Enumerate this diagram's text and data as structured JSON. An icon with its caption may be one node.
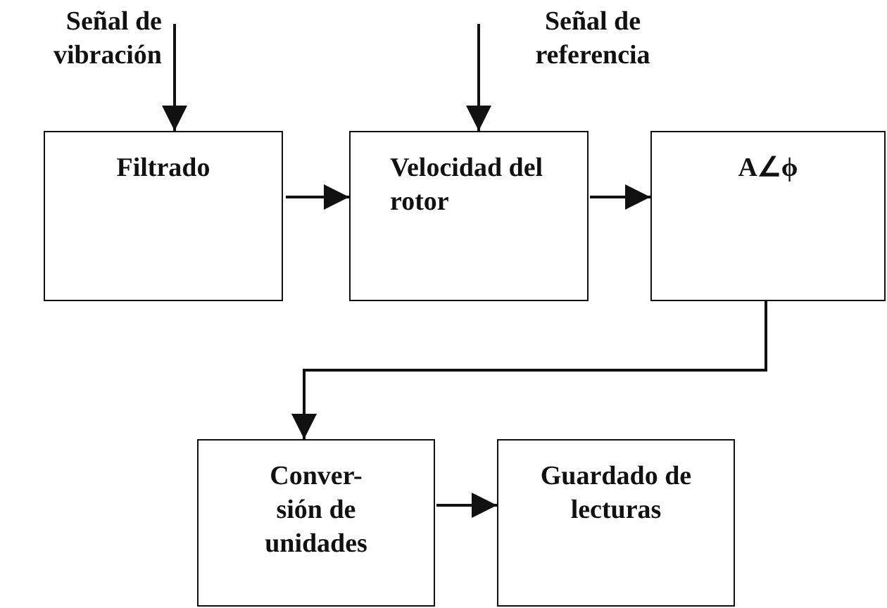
{
  "diagram": {
    "nodes": [
      {
        "text": [
          "Señal de vibración"
        ]
      },
      {
        "text": [
          "Señal de referencia"
        ]
      },
      {
        "text": [
          "Filtrado"
        ]
      },
      {
        "text": [
          "Velocidad del rotor"
        ]
      },
      {
        "text": [
          "A∠ϕ"
        ]
      },
      {
        "text": [
          "Conver- sión de unidades"
        ]
      },
      {
        "text": [
          "Guardado de lecturas"
        ]
      }
    ],
    "edges": [
      {
        "from": 0,
        "to": 2,
        "arrow": "to"
      },
      {
        "from": 1,
        "to": 3,
        "arrow": "to"
      },
      {
        "from": 2,
        "to": 3,
        "arrow": "to"
      },
      {
        "from": 3,
        "to": 4,
        "arrow": "to"
      },
      {
        "from": 4,
        "to": 5,
        "arrow": "to"
      },
      {
        "from": 5,
        "to": 6,
        "arrow": "to"
      }
    ]
  }
}
